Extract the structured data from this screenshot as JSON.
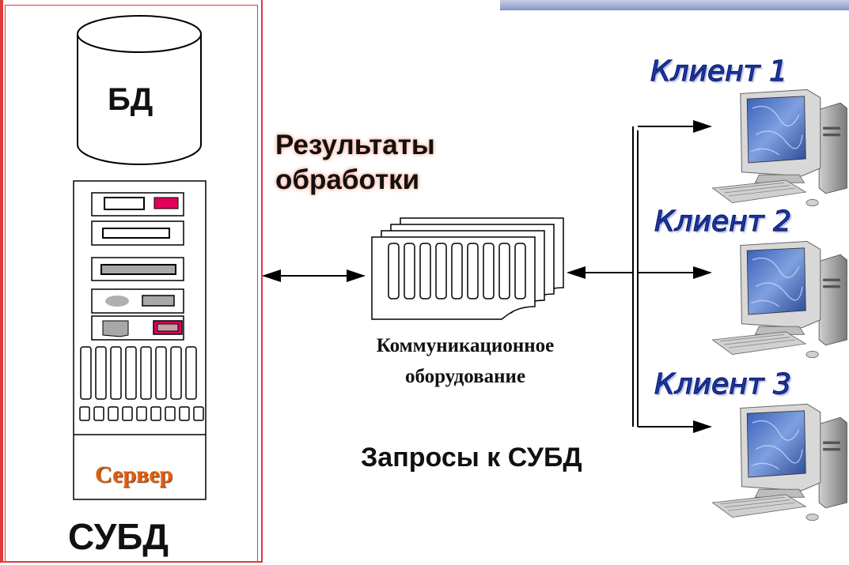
{
  "database": {
    "label": "БД"
  },
  "server": {
    "label": "Сервер"
  },
  "dbms": {
    "label": "СУБД"
  },
  "results": {
    "line1": "Результаты",
    "line2": "обработки"
  },
  "comm_equipment": {
    "line1": "Коммуникационное",
    "line2": "оборудование"
  },
  "requests": {
    "label": "Запросы к СУБД"
  },
  "clients": [
    {
      "label": "Клиент 1"
    },
    {
      "label": "Клиент 2"
    },
    {
      "label": "Клиент 3"
    }
  ],
  "colors": {
    "frame_border": "#e03a3a",
    "client_text": "#1e3aa8",
    "server_text": "#e06010",
    "server_accent": "#e0005a",
    "results_glow": "#ffb0a0",
    "top_bar": "#c5cde6"
  }
}
